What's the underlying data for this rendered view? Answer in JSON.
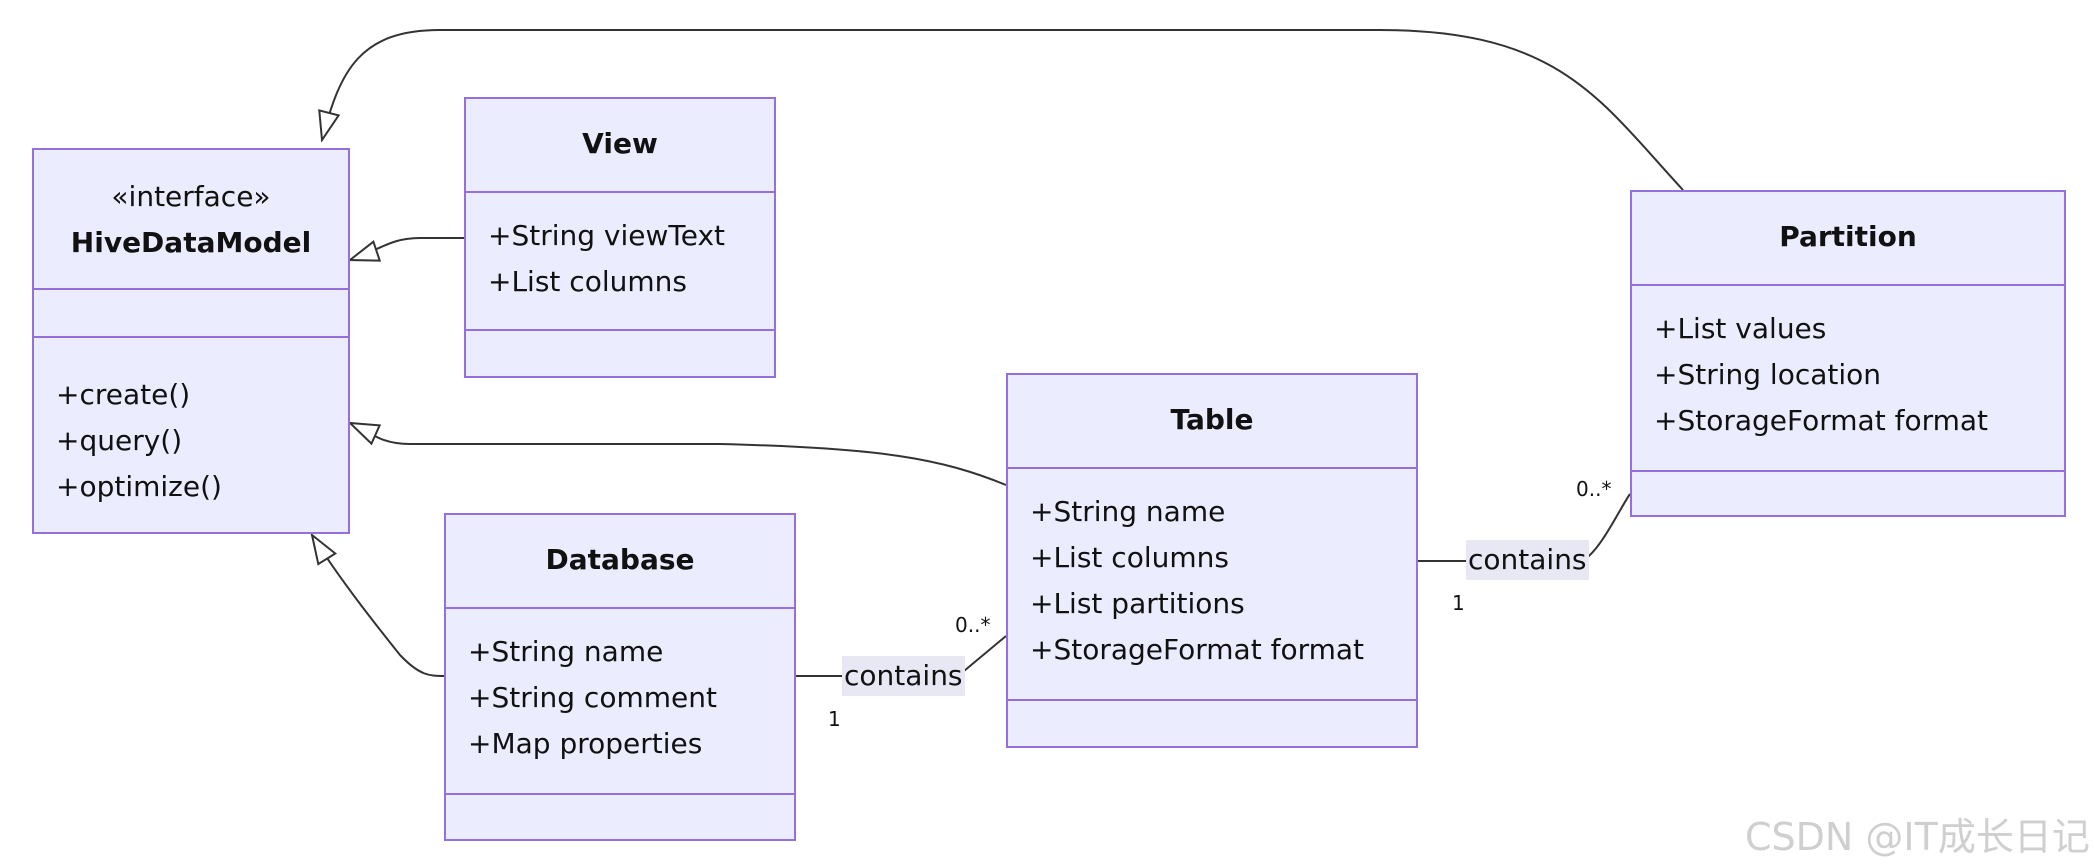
{
  "classes": {
    "hive": {
      "stereotype": "«interface»",
      "name": "HiveDataModel",
      "attributes": [],
      "methods": [
        "+create()",
        "+query()",
        "+optimize()"
      ]
    },
    "view": {
      "name": "View",
      "attributes": [
        "+String viewText",
        "+List columns"
      ],
      "methods": []
    },
    "database": {
      "name": "Database",
      "attributes": [
        "+String name",
        "+String comment",
        "+Map properties"
      ],
      "methods": []
    },
    "table": {
      "name": "Table",
      "attributes": [
        "+String name",
        "+List columns",
        "+List partitions",
        "+StorageFormat format"
      ],
      "methods": []
    },
    "partition": {
      "name": "Partition",
      "attributes": [
        "+List values",
        "+String location",
        "+StorageFormat format"
      ],
      "methods": []
    }
  },
  "relations": {
    "db_table": {
      "label": "contains",
      "source_mult": "1",
      "target_mult": "0..*"
    },
    "table_partition": {
      "label": "contains",
      "source_mult": "1",
      "target_mult": "0..*"
    }
  },
  "colors": {
    "fill": "#ececff",
    "border": "#9370db",
    "line": "#333333"
  },
  "watermark": "CSDN @IT成长日记"
}
